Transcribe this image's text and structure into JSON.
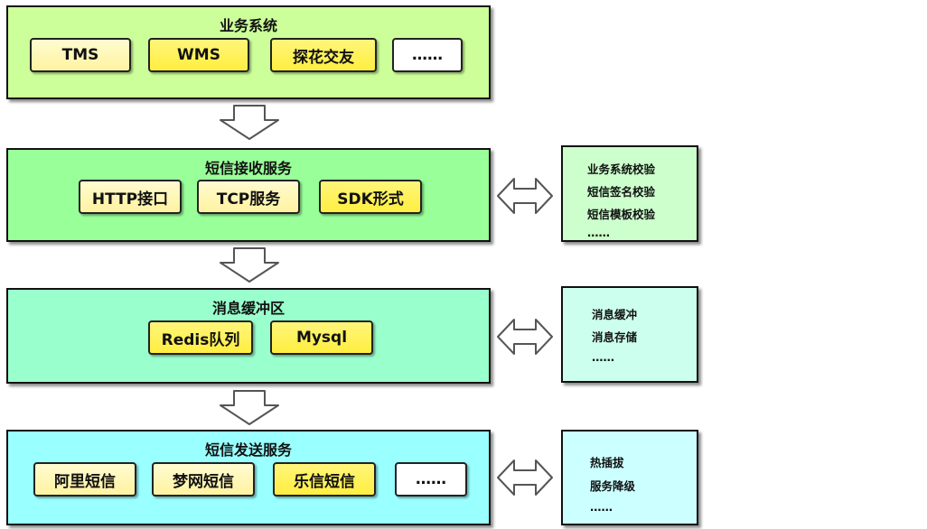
{
  "layers": [
    {
      "title": "业务系统",
      "color": "#ccff99",
      "items": [
        "TMS",
        "WMS",
        "探花交友",
        "……"
      ]
    },
    {
      "title": "短信接收服务",
      "color": "#99ff99",
      "items": [
        "HTTP接口",
        "TCP服务",
        "SDK形式"
      ]
    },
    {
      "title": "消息缓冲区",
      "color": "#99ffcc",
      "items": [
        "Redis队列",
        "Mysql"
      ]
    },
    {
      "title": "短信发送服务",
      "color": "#99ffff",
      "items": [
        "阿里短信",
        "梦网短信",
        "乐信短信",
        "……"
      ]
    }
  ],
  "side_panels": [
    {
      "color": "#ccffcc",
      "items": [
        "业务系统校验",
        "短信签名校验",
        "短信模板校验",
        "……"
      ]
    },
    {
      "color": "#ccffee",
      "items": [
        "消息缓冲",
        "消息存储",
        "……"
      ]
    },
    {
      "color": "#ccffff",
      "items": [
        "热插拔",
        "服务降级",
        "……"
      ]
    }
  ]
}
